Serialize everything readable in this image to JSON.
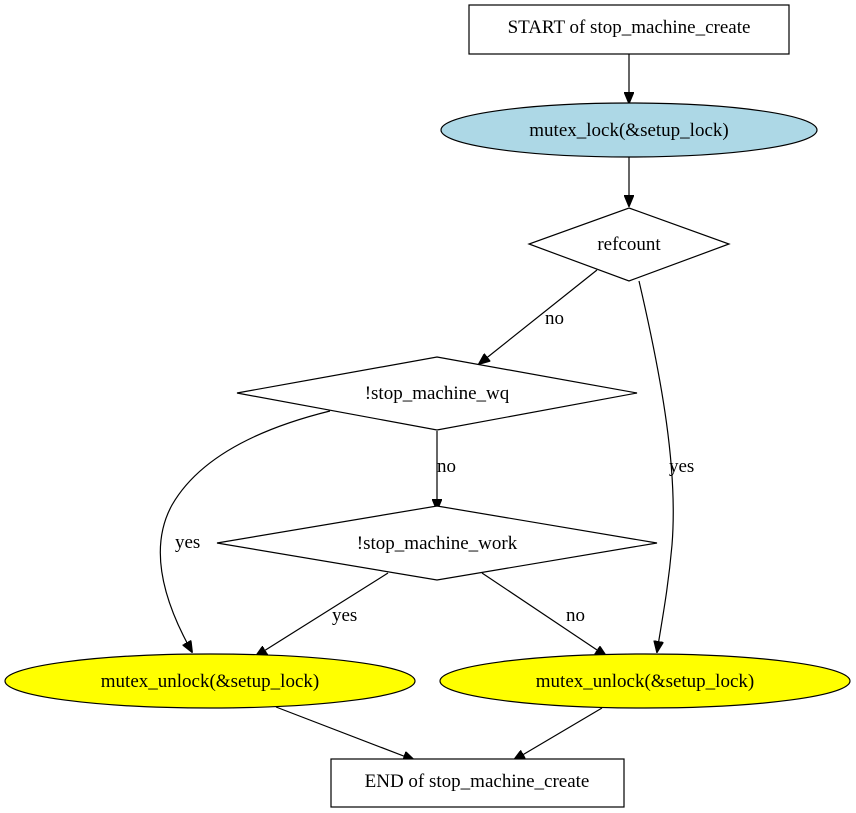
{
  "nodes": {
    "start": {
      "label": "START of stop_machine_create",
      "shape": "box",
      "fill": "#ffffff"
    },
    "lock": {
      "label": "mutex_lock(&setup_lock)",
      "shape": "ellipse",
      "fill": "#add8e6"
    },
    "refcount": {
      "label": "refcount",
      "shape": "diamond",
      "fill": "#ffffff"
    },
    "wq_check": {
      "label": "!stop_machine_wq",
      "shape": "diamond",
      "fill": "#ffffff"
    },
    "work_check": {
      "label": "!stop_machine_work",
      "shape": "diamond",
      "fill": "#ffffff"
    },
    "unlock_left": {
      "label": "mutex_unlock(&setup_lock)",
      "shape": "ellipse",
      "fill": "#ffff00"
    },
    "unlock_right": {
      "label": "mutex_unlock(&setup_lock)",
      "shape": "ellipse",
      "fill": "#ffff00"
    },
    "end": {
      "label": "END of stop_machine_create",
      "shape": "box",
      "fill": "#ffffff"
    }
  },
  "edges": [
    {
      "id": "start-to-lock",
      "from": "start",
      "to": "lock",
      "label": ""
    },
    {
      "id": "lock-to-refcount",
      "from": "lock",
      "to": "refcount",
      "label": ""
    },
    {
      "id": "refcount-to-wq",
      "from": "refcount",
      "to": "wq_check",
      "label": "no"
    },
    {
      "id": "refcount-to-unlock-right",
      "from": "refcount",
      "to": "unlock_right",
      "label": "yes"
    },
    {
      "id": "wq-to-unlock-left",
      "from": "wq_check",
      "to": "unlock_left",
      "label": "yes"
    },
    {
      "id": "wq-to-work",
      "from": "wq_check",
      "to": "work_check",
      "label": "no"
    },
    {
      "id": "work-to-unlock-left",
      "from": "work_check",
      "to": "unlock_left",
      "label": "yes"
    },
    {
      "id": "work-to-unlock-right",
      "from": "work_check",
      "to": "unlock_right",
      "label": "no"
    },
    {
      "id": "unlock-left-to-end",
      "from": "unlock_left",
      "to": "end",
      "label": ""
    },
    {
      "id": "unlock-right-to-end",
      "from": "unlock_right",
      "to": "end",
      "label": ""
    }
  ]
}
